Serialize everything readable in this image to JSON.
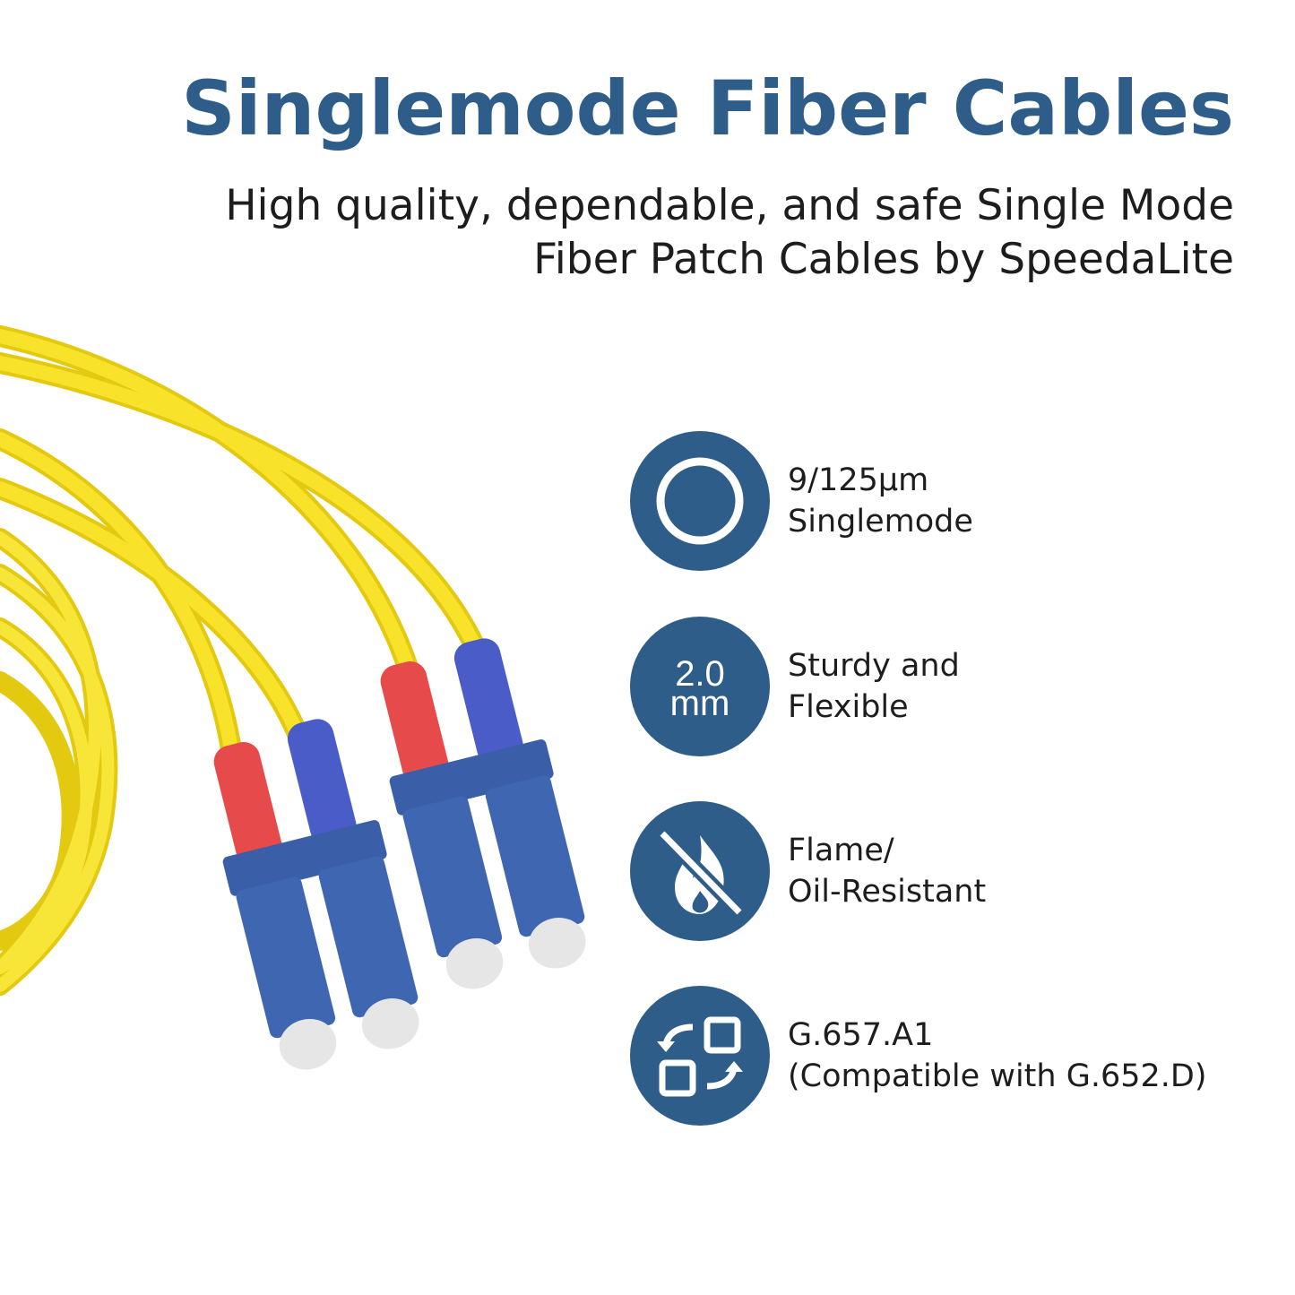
{
  "header": {
    "title": "Singlemode Fiber Cables",
    "subtitle_line1": "High quality, dependable, and safe Single Mode",
    "subtitle_line2": "Fiber Patch Cables by SpeedaLite"
  },
  "product_image": {
    "icon": "lc-duplex-fiber-cable-image",
    "cable_color": "#f5e21a",
    "connector_color": "#3a5fa8",
    "boot_colors": [
      "#e64a4a",
      "#4a5cc8"
    ]
  },
  "features": [
    {
      "icon": "circle-icon",
      "line1": "9/125μm",
      "line2": "Singlemode"
    },
    {
      "icon": "diameter-icon",
      "badge_line1": "2.0",
      "badge_line2": "mm",
      "line1": "Sturdy and",
      "line2": "Flexible"
    },
    {
      "icon": "no-flame-icon",
      "line1": "Flame/",
      "line2": "Oil-Resistant"
    },
    {
      "icon": "compatibility-icon",
      "line1": "G.657.A1",
      "line2": "(Compatible with G.652.D)"
    }
  ],
  "colors": {
    "accent": "#2e5d8a",
    "text": "#1d1d1d"
  }
}
